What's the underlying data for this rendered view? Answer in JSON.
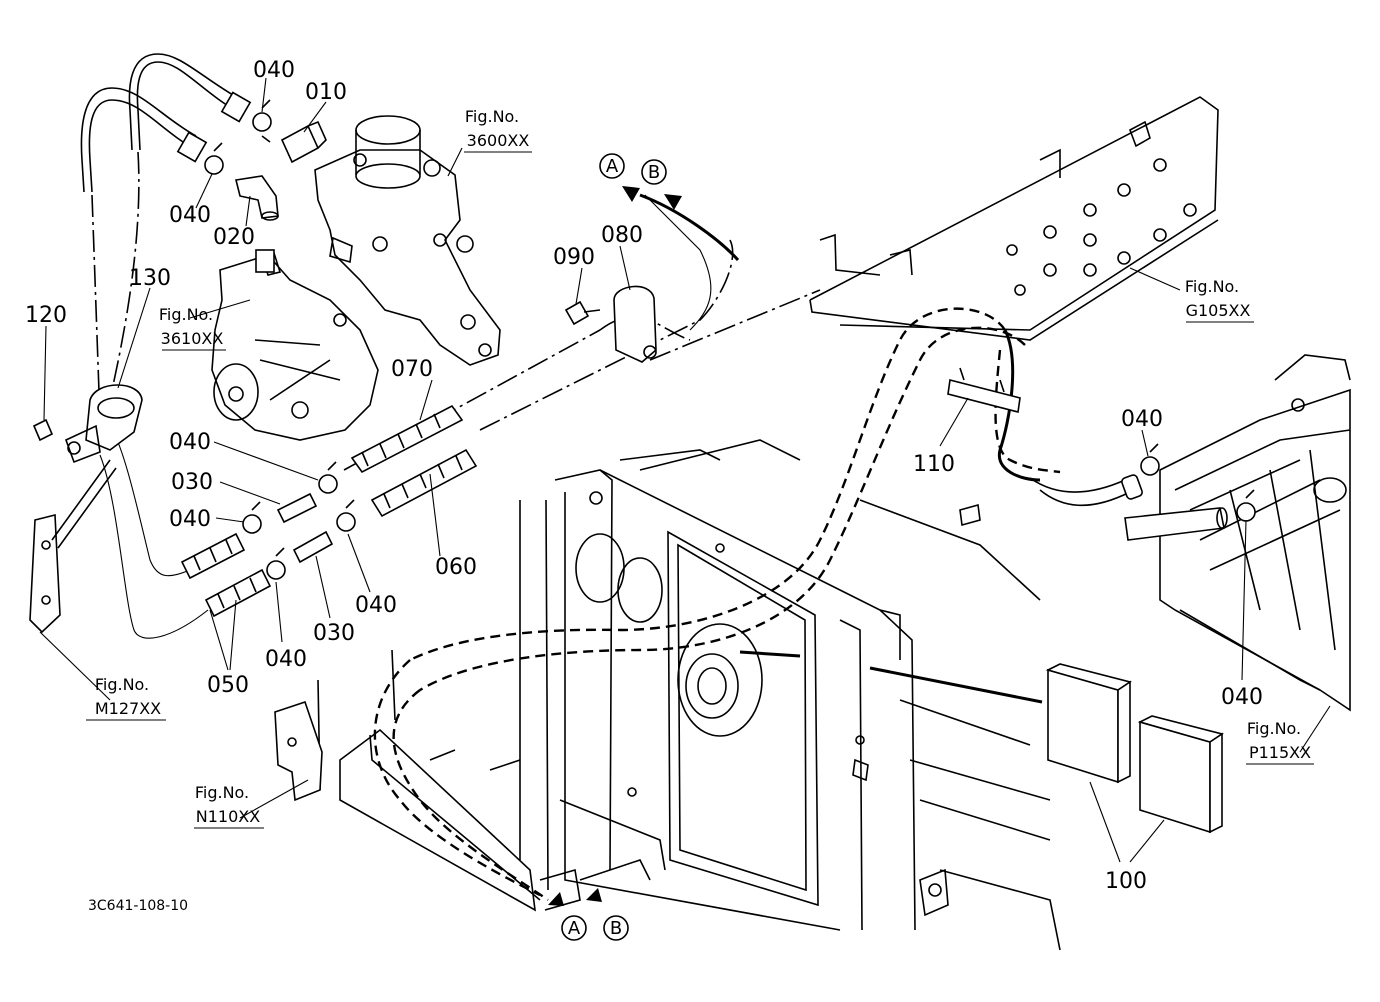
{
  "diagram_code": "3C641-108-10",
  "part_labels": {
    "p010": "010",
    "p020": "020",
    "p030a": "030",
    "p030b": "030",
    "p040a": "040",
    "p040b": "040",
    "p040c": "040",
    "p040d": "040",
    "p040e": "040",
    "p040f": "040",
    "p040g": "040",
    "p040h": "040",
    "p050": "050",
    "p060": "060",
    "p070": "070",
    "p080": "080",
    "p090": "090",
    "p100": "100",
    "p110": "110",
    "p120": "120",
    "p130": "130"
  },
  "fig_refs": {
    "prefix": "Fig.No.",
    "f3600": "3600XX",
    "f3610": "3610XX",
    "fG105": "G105XX",
    "fM127": "M127XX",
    "fN110": "N110XX",
    "fP115": "P115XX"
  },
  "connectors": {
    "a_top": "A",
    "b_top": "B",
    "a_bottom": "A",
    "b_bottom": "B"
  }
}
